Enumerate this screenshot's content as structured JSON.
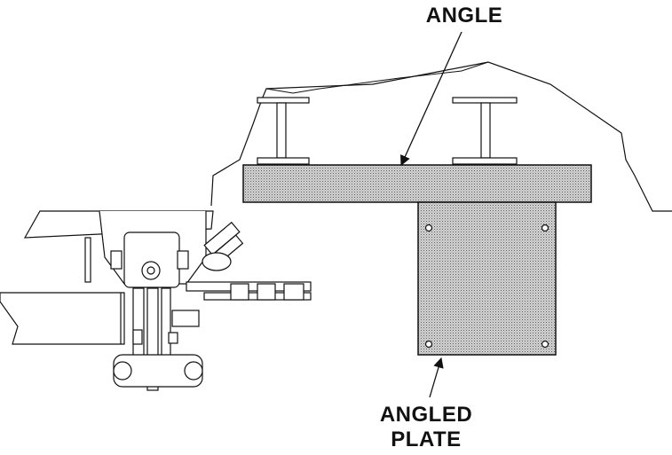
{
  "labels": {
    "angle": "ANGLE",
    "angled_plate_line1": "ANGLED",
    "angled_plate_line2": "PLATE"
  },
  "colors": {
    "line": "#111111",
    "stipple": "#6e6e6e",
    "background": "#ffffff"
  }
}
